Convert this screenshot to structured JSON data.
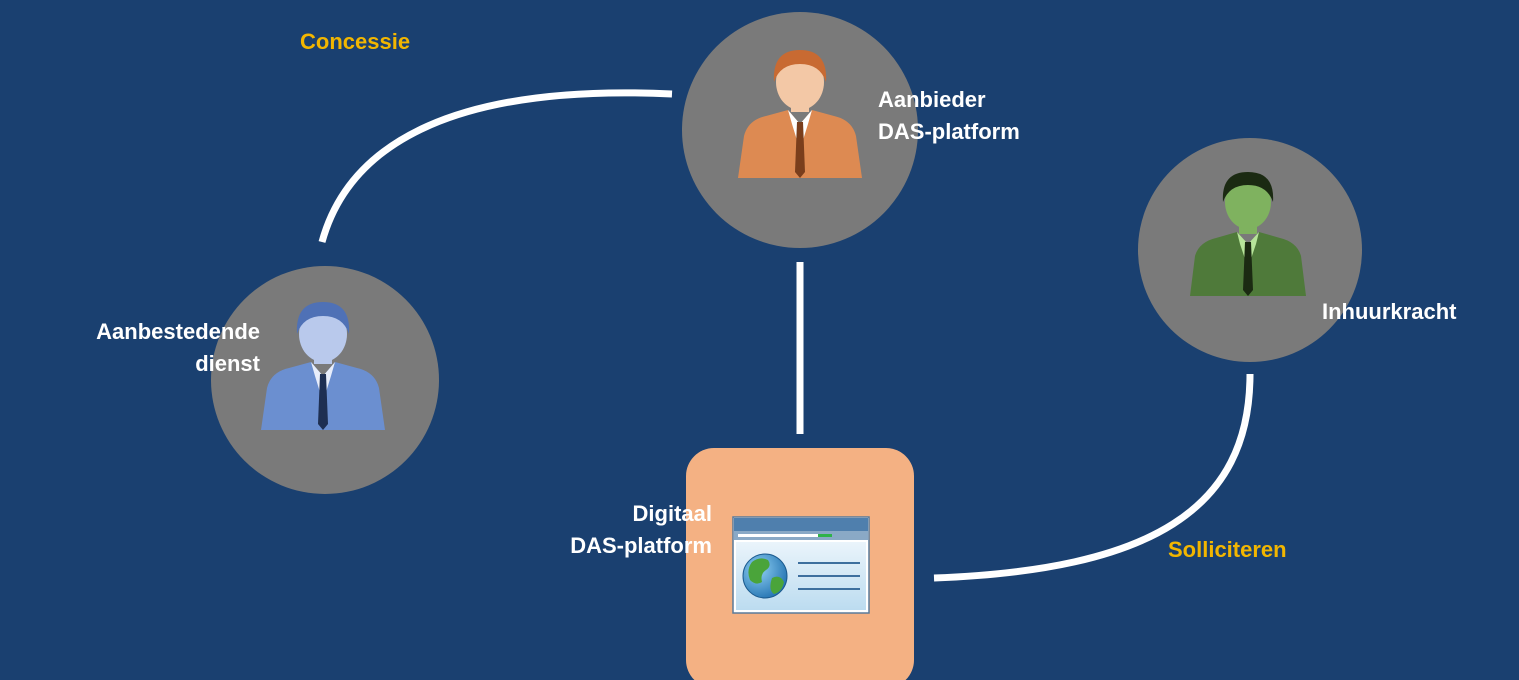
{
  "connections": {
    "concessie": "Concessie",
    "solliciteren": "Solliciteren"
  },
  "nodes": {
    "aanbieder": {
      "line1": "Aanbieder",
      "line2": "DAS-platform"
    },
    "aanbestedende": {
      "line1": "Aanbestedende",
      "line2": "dienst"
    },
    "inhuurkracht": {
      "line1": "Inhuurkracht"
    },
    "platform": {
      "line1": "Digitaal",
      "line2": "DAS-platform"
    }
  },
  "colors": {
    "background": "#1a4070",
    "circle": "#7a7a7a",
    "connector": "#ffffff",
    "accent_text": "#f2b600",
    "platform_box": "#f4b183",
    "person_aanbieder": "#dd8a52",
    "person_aanbestedende": "#6b8fd0",
    "person_inhuurkracht": "#6b9a52"
  },
  "icons": [
    "person-icon",
    "browser-window-icon",
    "globe-icon"
  ]
}
